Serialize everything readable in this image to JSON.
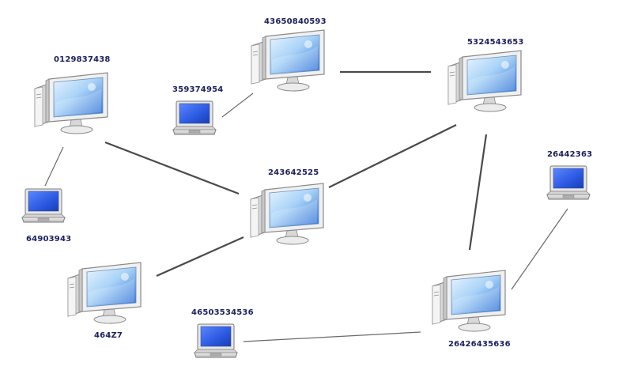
{
  "nodes": {
    "desktop_0129837438": {
      "type": "desktop",
      "label": "0129837438"
    },
    "desktop_43650840593": {
      "type": "desktop",
      "label": "43650840593"
    },
    "desktop_5324543653": {
      "type": "desktop",
      "label": "5324543653"
    },
    "desktop_243642525": {
      "type": "desktop",
      "label": "243642525"
    },
    "desktop_46427": {
      "type": "desktop",
      "label": "464Z7"
    },
    "desktop_26426435636": {
      "type": "desktop",
      "label": "26426435636"
    },
    "laptop_359374954": {
      "type": "laptop",
      "label": "359374954"
    },
    "laptop_64903943": {
      "type": "laptop",
      "label": "64903943"
    },
    "laptop_26442363": {
      "type": "laptop",
      "label": "26442363"
    },
    "laptop_46503534536": {
      "type": "laptop",
      "label": "46503534536"
    }
  },
  "connections": [
    {
      "from": "0129837438",
      "to": "64903943",
      "style": "thin"
    },
    {
      "from": "0129837438",
      "to": "243642525",
      "style": "thick"
    },
    {
      "from": "359374954",
      "to": "43650840593",
      "style": "thin"
    },
    {
      "from": "43650840593",
      "to": "5324543653",
      "style": "thick"
    },
    {
      "from": "243642525",
      "to": "5324543653",
      "style": "thick"
    },
    {
      "from": "243642525",
      "to": "464Z7",
      "style": "thick"
    },
    {
      "from": "5324543653",
      "to": "26426435636",
      "style": "thick"
    },
    {
      "from": "26442363",
      "to": "26426435636",
      "style": "thin"
    },
    {
      "from": "46503534536",
      "to": "26426435636",
      "style": "thin"
    }
  ],
  "colors": {
    "label": "#1b1f5c",
    "link_thick": "#4a4a4a",
    "link_thin": "#6a6a6a",
    "screen_light": "#cfe6fb",
    "screen_dark": "#2e6fd6",
    "laptop_screen": "#2a58e0",
    "case": "#e6e6e6"
  }
}
